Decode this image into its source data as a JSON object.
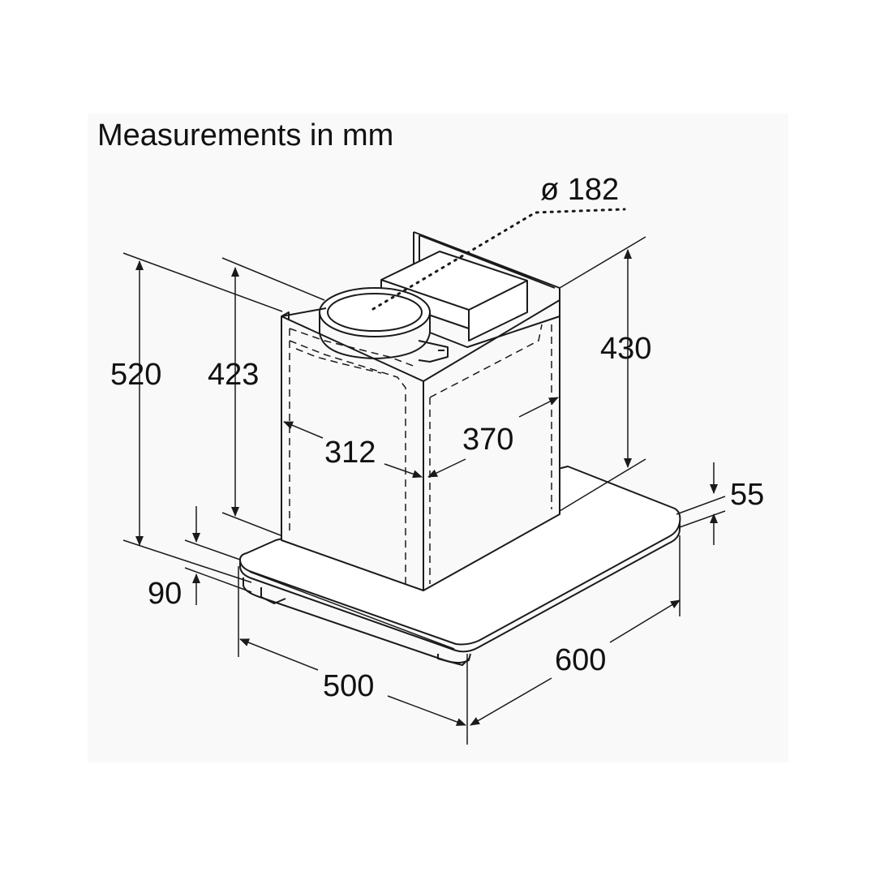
{
  "title": "Measurements in mm",
  "dimensions": {
    "duct_diameter": "ø 182",
    "total_height": "520",
    "chimney_height": "423",
    "chimney_width": "312",
    "chimney_depth": "370",
    "upper_height": "430",
    "canopy_thickness": "55",
    "bottom_offset": "90",
    "depth": "500",
    "width": "600"
  },
  "colors": {
    "line": "#1a1a1a",
    "panel": "#f9f9f9",
    "top_fill": "#ffffff"
  }
}
